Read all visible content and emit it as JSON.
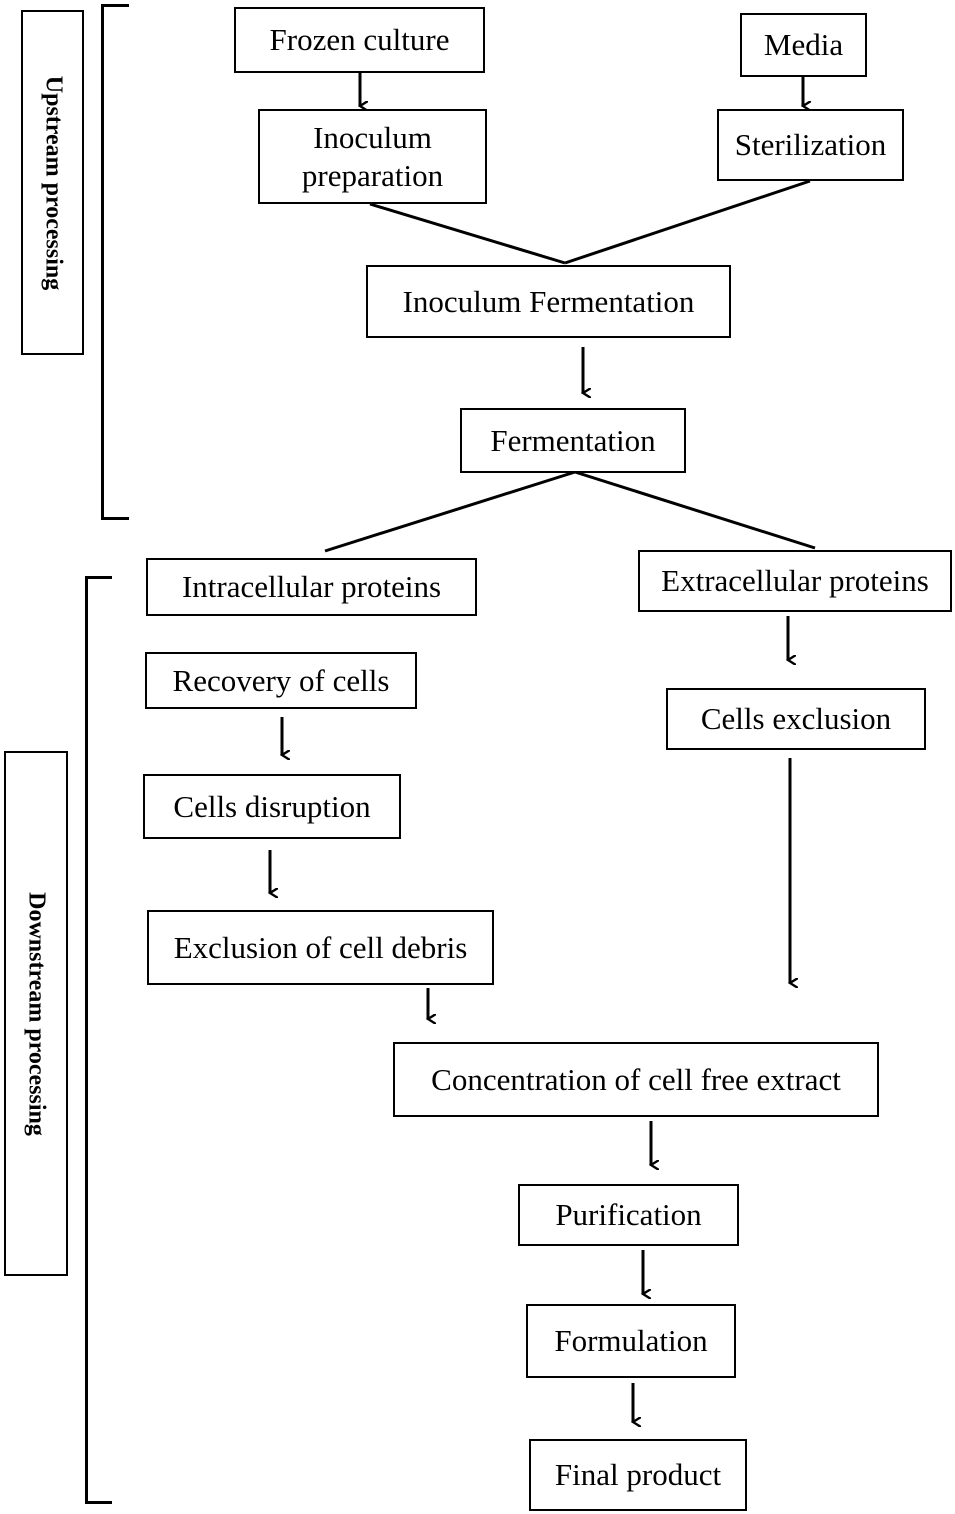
{
  "phases": {
    "upstream": "Upstream processing",
    "downstream": "Downstream processing"
  },
  "steps": {
    "frozen_culture": "Frozen culture",
    "media": "Media",
    "inoculum_preparation": [
      "Inoculum",
      "preparation"
    ],
    "sterilization": "Sterilization",
    "inoculum_fermentation": "Inoculum Fermentation",
    "fermentation": "Fermentation",
    "intracellular_proteins": "Intracellular proteins",
    "extracellular_proteins": "Extracellular proteins",
    "recovery_of_cells": "Recovery of cells",
    "cells_exclusion": "Cells exclusion",
    "cells_disruption": "Cells disruption",
    "exclusion_of_cell_debris": "Exclusion of cell debris",
    "concentration": "Concentration of cell free extract",
    "purification": "Purification",
    "formulation": "Formulation",
    "final_product": "Final product"
  },
  "colors": {
    "stroke": "#000000",
    "background": "#ffffff"
  }
}
